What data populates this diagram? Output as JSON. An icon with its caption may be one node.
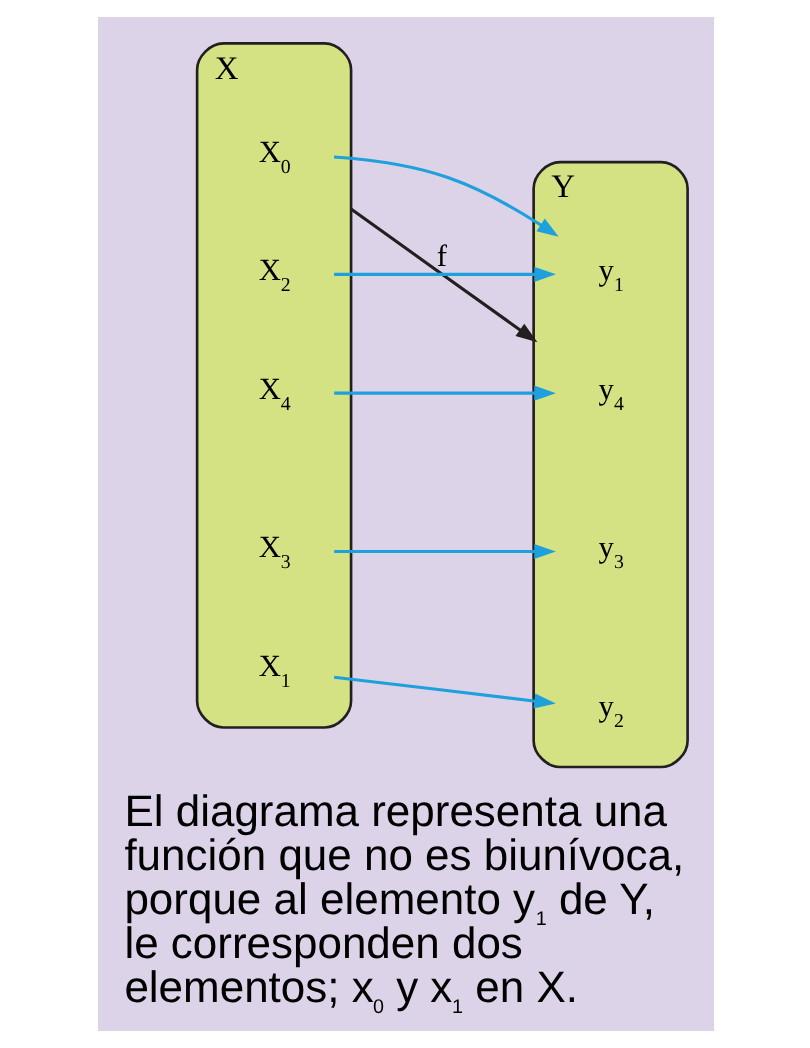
{
  "diagram": {
    "caption": "El diagrama representa una función que no es biunívoca, porque al elemento y$_{1}$ de Y, le corresponden dos elementos; x$_{0}$ y x$_{1}$ en X.",
    "nodes": [
      {
        "text": [
          "X"
        ]
      },
      {
        "text": [
          "Y"
        ]
      },
      {
        "text": [
          "X$_{0}$"
        ],
        "in": 0
      },
      {
        "text": [
          "X$_{1}$"
        ],
        "in": 0
      },
      {
        "text": [
          "X$_{2}$"
        ],
        "in": 0
      },
      {
        "text": [
          "X$_{3}$"
        ],
        "in": 0
      },
      {
        "text": [
          "X$_{4}$"
        ],
        "in": 0
      },
      {
        "text": [
          "y$_{1}$"
        ],
        "in": 1
      },
      {
        "text": [
          "y$_{2}$"
        ],
        "in": 1
      },
      {
        "text": [
          "y$_{3}$"
        ],
        "in": 1
      },
      {
        "text": [
          "y$_{4}$"
        ],
        "in": 1
      }
    ],
    "edges": [
      {
        "from": 0,
        "to": 1,
        "arrow": "to",
        "label": "f",
        "color": "#231f20"
      },
      {
        "from": 2,
        "to": 7,
        "arrow": "to"
      },
      {
        "from": 3,
        "to": 8,
        "arrow": "to"
      },
      {
        "from": 4,
        "to": 7,
        "arrow": "to"
      },
      {
        "from": 5,
        "to": 9,
        "arrow": "to"
      },
      {
        "from": 6,
        "to": 10,
        "arrow": "to"
      }
    ]
  }
}
